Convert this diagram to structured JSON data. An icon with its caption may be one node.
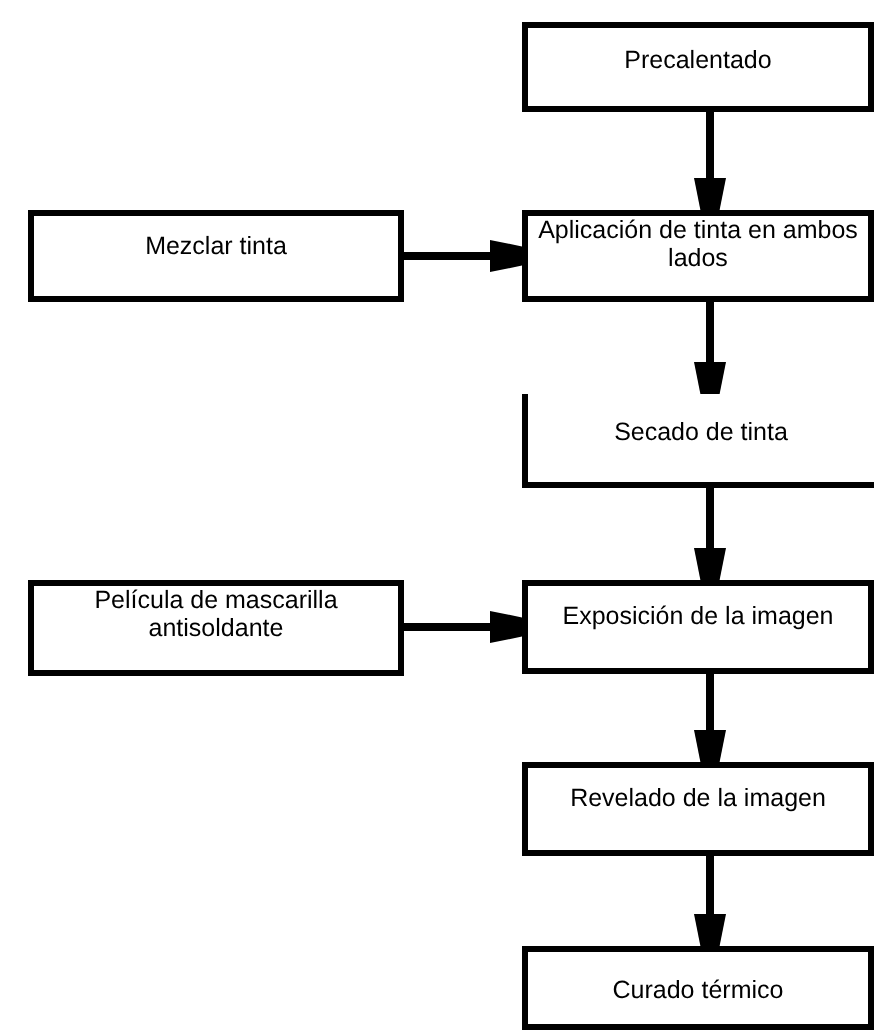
{
  "diagram": {
    "nodes": [
      {
        "text": [
          "Precalentado"
        ]
      },
      {
        "text": [
          "Mezclar tinta"
        ]
      },
      {
        "text": [
          "Aplicación de tinta en ambos lados"
        ]
      },
      {
        "text": [
          "Secado de tinta"
        ]
      },
      {
        "text": [
          "Película de mascarilla antisoldante"
        ]
      },
      {
        "text": [
          "Exposición de la imagen"
        ]
      },
      {
        "text": [
          "Revelado de la imagen"
        ]
      },
      {
        "text": [
          "Curado térmico"
        ]
      }
    ],
    "edges": [
      {
        "from": 0,
        "to": 2,
        "arrow": "to"
      },
      {
        "from": 1,
        "to": 2,
        "arrow": "to"
      },
      {
        "from": 2,
        "to": 3,
        "arrow": "to"
      },
      {
        "from": 3,
        "to": 5,
        "arrow": "to"
      },
      {
        "from": 4,
        "to": 5,
        "arrow": "to"
      },
      {
        "from": 5,
        "to": 6,
        "arrow": "to"
      },
      {
        "from": 6,
        "to": 7,
        "arrow": "to"
      }
    ]
  }
}
